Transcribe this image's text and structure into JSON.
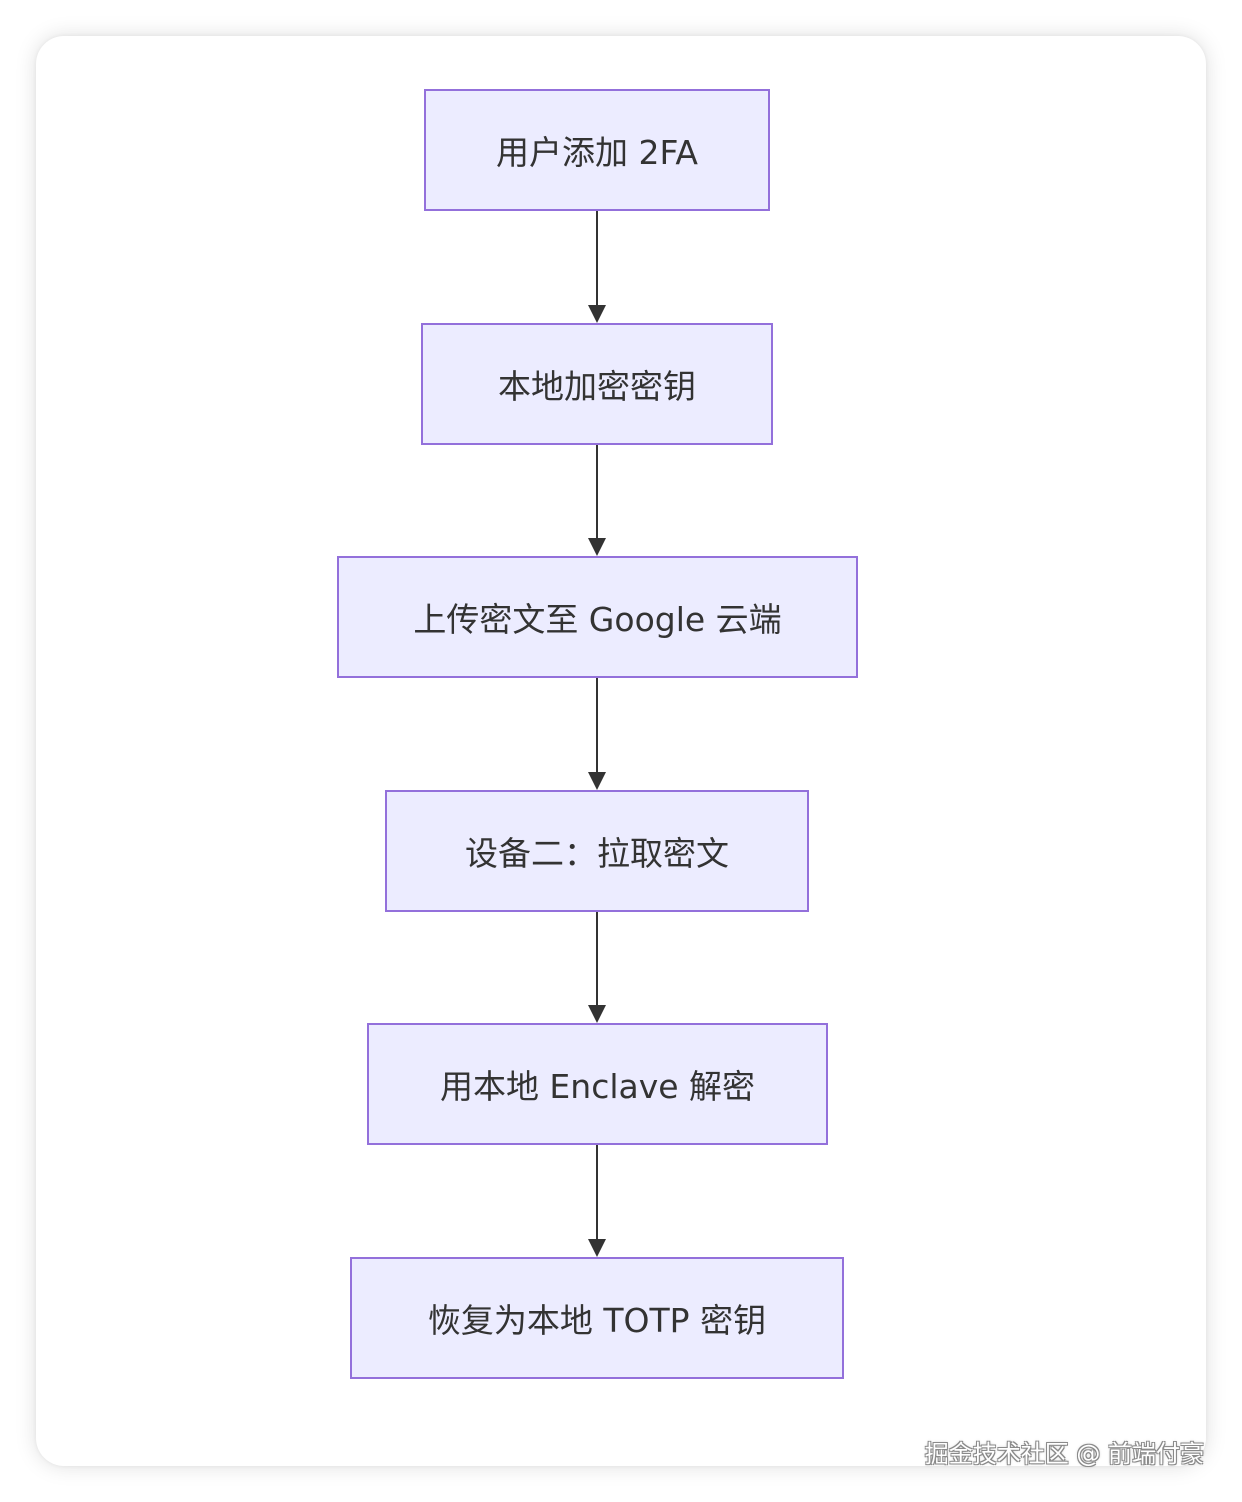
{
  "nodes": [
    {
      "label": "用户添加 2FA"
    },
    {
      "label": "本地加密密钥"
    },
    {
      "label": "上传密文至 Google 云端"
    },
    {
      "label": "设备二：拉取密文"
    },
    {
      "label": "用本地 Enclave 解密"
    },
    {
      "label": "恢复为本地 TOTP 密钥"
    }
  ],
  "edges": [
    {
      "from": 0,
      "to": 1
    },
    {
      "from": 1,
      "to": 2
    },
    {
      "from": 2,
      "to": 3
    },
    {
      "from": 3,
      "to": 4
    },
    {
      "from": 4,
      "to": 5
    }
  ],
  "watermark": "掘金技术社区 @ 前端付豪",
  "colors": {
    "node_fill": "#ececff",
    "node_border": "#9370db",
    "edge": "#333333",
    "text": "#333333"
  }
}
